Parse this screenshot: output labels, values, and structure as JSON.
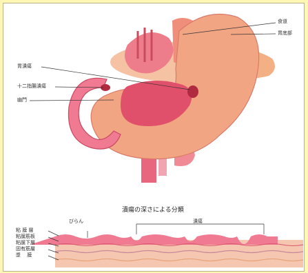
{
  "stomach_labels": {
    "esophagus": "食道",
    "fundus": "胃底部",
    "gastric_ulcer": "胃潰瘍",
    "duodenal_ulcer": "十二指腸潰瘍",
    "pylorus": "幽門"
  },
  "depth_section": {
    "title": "潰瘍の深さによる分類",
    "erosion": "びらん",
    "ulcer": "潰瘍"
  },
  "layers": [
    "粘 膜 層",
    "粘膜筋板",
    "粘膜下層",
    "固有筋層",
    "漿　 膜"
  ],
  "colors": {
    "background": "#fff7b3",
    "stomach_outer": "#f2a583",
    "stomach_lumen": "#e0506a",
    "mucosa": "#f07a92",
    "muscle": "#f5c7b0"
  }
}
